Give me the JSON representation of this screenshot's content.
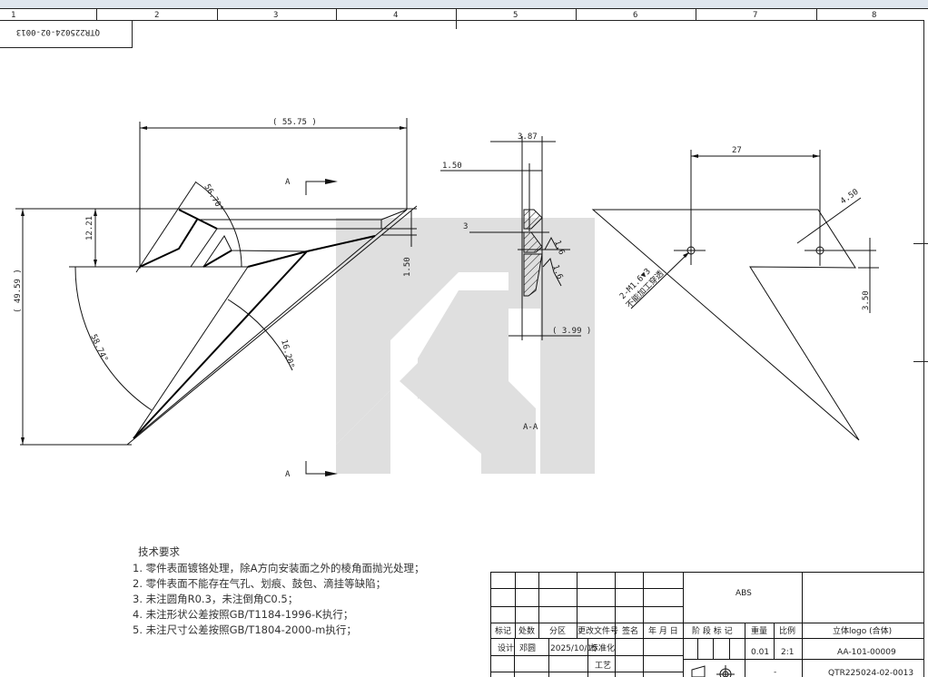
{
  "frame": {
    "zones": [
      "1",
      "2",
      "3",
      "4",
      "5",
      "6",
      "7",
      "8"
    ],
    "corner_code": "QTR225024-02-0013"
  },
  "front_view": {
    "dim_width": "( 55.75 )",
    "dim_height": "( 49.59 )",
    "dim_12": "12.21",
    "dim_150": "1.50",
    "angle_top": "56.70°",
    "angle_left": "58.74°",
    "angle_right": "16.20°",
    "section_mark": "A"
  },
  "section_view": {
    "title": "A-A",
    "dim_387": "3.87",
    "dim_150": "1.50",
    "dim_3": "3",
    "dim_399": "( 3.99 )",
    "roughness_1": "1.6",
    "roughness_2": "1.6"
  },
  "side_view": {
    "dim_27": "27",
    "dim_450": "4.50",
    "dim_350": "3.50",
    "hole_note_1": "2-M1.6▼3",
    "hole_note_2": "不能加工穿透"
  },
  "tech_requirements": {
    "title": "技术要求",
    "items": [
      "1. 零件表面镀铬处理，除A方向安装面之外的棱角面抛光处理；",
      "2. 零件表面不能存在气孔、划痕、鼓包、滴挂等缺陷；",
      "3. 未注圆角R0.3，未注倒角C0.5；",
      "4. 未注形状公差按照GB/T1184-1996-K执行；",
      "5. 未注尺寸公差按照GB/T1804-2000-m执行；"
    ]
  },
  "title_block": {
    "headers": [
      "标记",
      "处数",
      "分区",
      "更改文件号",
      "签名",
      "年 月 日"
    ],
    "design_row": [
      "设计",
      "邓圆",
      "2025/10/15",
      "标准化"
    ],
    "process": "工艺",
    "material": "ABS",
    "stage_mark": "阶 段 标 记",
    "weight_label": "重量",
    "scale_label": "比例",
    "part_name": "立体logo (合体)",
    "weight": "0.01",
    "scale": "2:1",
    "part_number": "AA-101-00009",
    "sheet_dash": "-",
    "drawing_number": "QTR225024-02-0013"
  },
  "colors": {
    "line": "#111111",
    "watermark": "#dcdcdc"
  }
}
